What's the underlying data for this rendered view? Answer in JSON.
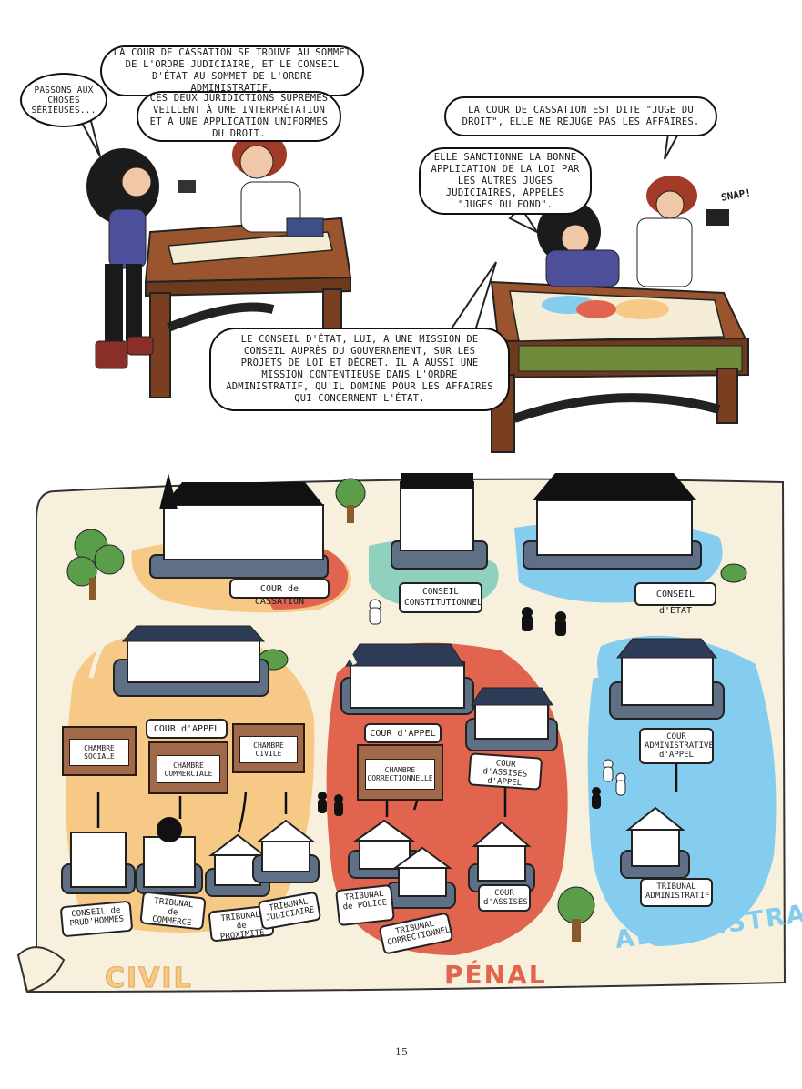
{
  "bubbles": {
    "b1": "PASSONS AUX CHOSES SÉRIEUSES...",
    "b2": "LA COUR DE CASSATION SE TROUVE AU SOMMET DE L'ORDRE JUDICIAIRE, ET LE CONSEIL D'ÉTAT AU SOMMET DE L'ORDRE ADMINISTRATIF.",
    "b3": "CES DEUX JURIDICTIONS SUPRÊMES VEILLENT À UNE INTERPRÉTATION ET À UNE APPLICATION UNIFORMES DU DROIT.",
    "b4": "LA COUR DE CASSATION EST DITE \"JUGE DU DROIT\", ELLE NE REJUGE PAS LES AFFAIRES.",
    "b5": "ELLE SANCTIONNE LA BONNE APPLICATION DE LA LOI PAR LES AUTRES JUGES JUDICIAIRES, APPELÉS \"JUGES DU FOND\".",
    "b6": "LE CONSEIL D'ÉTAT, LUI, A UNE MISSION DE CONSEIL AUPRÈS DU GOUVERNEMENT, SUR LES PROJETS DE LOI ET DÉCRET. IL A AUSSI UNE MISSION CONTENTIEUSE DANS L'ORDRE ADMINISTRATIF, QU'IL DOMINE POUR LES AFFAIRES QUI CONCERNENT L'ÉTAT."
  },
  "sfx": "SNAP!",
  "map": {
    "cour_cassation": "COUR de CASSATION",
    "conseil_constitutionnel": "CONSEIL CONSTITUTIONNEL",
    "conseil_etat": "CONSEIL d'ÉTAT",
    "civil": {
      "cour_appel": "COUR d'APPEL",
      "chambre_sociale": "CHAMBRE SOCIALE",
      "chambre_commerciale": "CHAMBRE COMMERCIALE",
      "chambre_civile": "CHAMBRE CIVILE",
      "conseil_prudhommes": "CONSEIL de PRUD'HOMMES",
      "tribunal_commerce": "TRIBUNAL de COMMERCE",
      "tribunal_proximite": "TRIBUNAL de PROXIMITÉ",
      "tribunal_judiciaire": "TRIBUNAL JUDICIAIRE"
    },
    "penal": {
      "cour_appel": "COUR d'APPEL",
      "chambre_correctionnelle": "CHAMBRE CORRECTIONNELLE",
      "cour_assises_appel": "COUR d'ASSISES d'APPEL",
      "tribunal_police": "TRIBUNAL de POLICE",
      "tribunal_correctionnel": "TRIBUNAL CORRECTIONNEL",
      "cour_assises": "COUR d'ASSISES"
    },
    "administratif": {
      "cour_admin_appel": "COUR ADMINISTRATIVE d'APPEL",
      "tribunal_administratif": "TRIBUNAL ADMINISTRATIF"
    },
    "categories": {
      "civil": "CIVIL",
      "penal": "PÉNAL",
      "administratif": "ADMINISTRATIF"
    }
  },
  "page_number": "15",
  "colors": {
    "civil": "#f6c987",
    "penal": "#e0644e",
    "administratif": "#84cdef",
    "constit": "#8fd0bf",
    "parchment": "#f7f0dc",
    "table_wood": "#8a4a2a"
  }
}
